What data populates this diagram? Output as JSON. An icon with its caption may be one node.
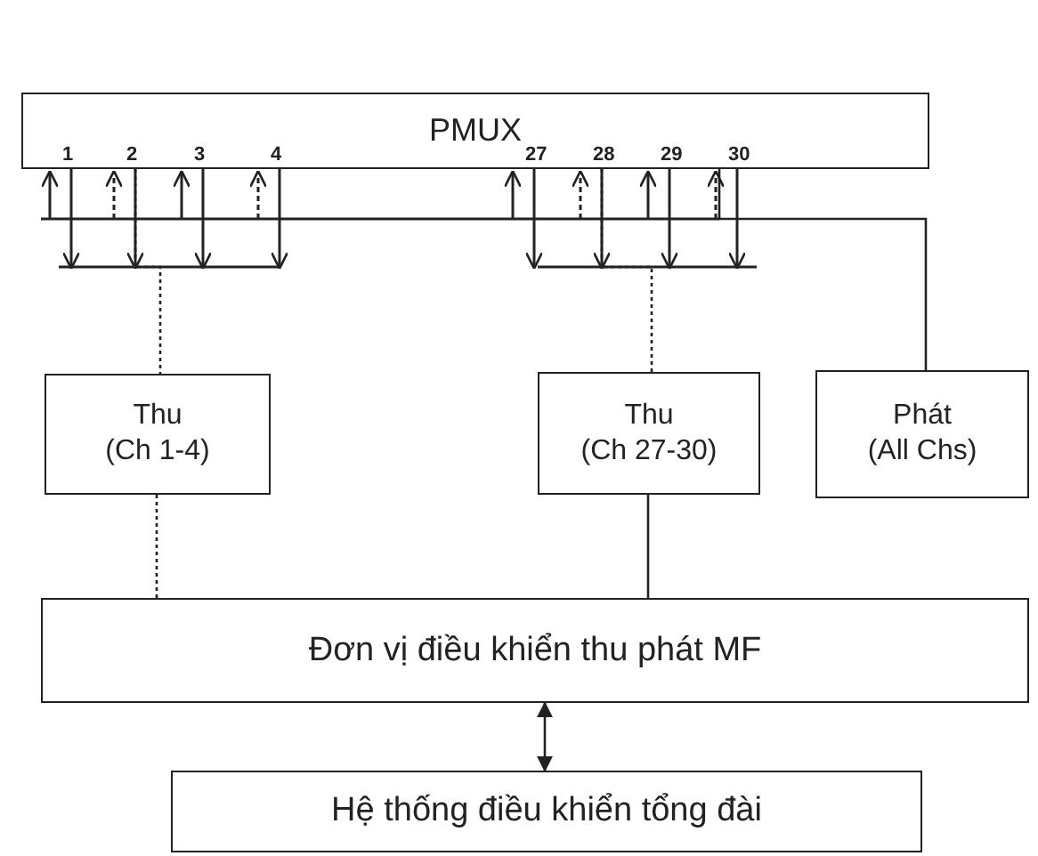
{
  "diagram": {
    "nodes": [
      {
        "text": [
          "PMUX"
        ]
      },
      {
        "text": [
          "Thu",
          "(Ch 1-4)"
        ]
      },
      {
        "text": [
          "Thu",
          "(Ch 27-30)"
        ]
      },
      {
        "text": [
          "Phát",
          "(All Chs)"
        ]
      },
      {
        "text": [
          "Đơn vị điều khiển thu phát MF"
        ]
      },
      {
        "text": [
          "Hệ thống điều khiển tổng đài"
        ]
      }
    ],
    "edges": [
      {
        "from": 0,
        "to": 1,
        "arrow": "none",
        "style": "dashed"
      },
      {
        "from": 0,
        "to": 2,
        "arrow": "none",
        "style": "dashed"
      },
      {
        "from": 0,
        "to": 3,
        "arrow": "none"
      },
      {
        "from": 1,
        "to": 4,
        "arrow": "none",
        "style": "dashed"
      },
      {
        "from": 2,
        "to": 4,
        "arrow": "none"
      },
      {
        "from": 4,
        "to": 5,
        "arrow": "both"
      }
    ],
    "labels": [
      "1",
      "2",
      "3",
      "4",
      "27",
      "28",
      "29",
      "30"
    ]
  }
}
